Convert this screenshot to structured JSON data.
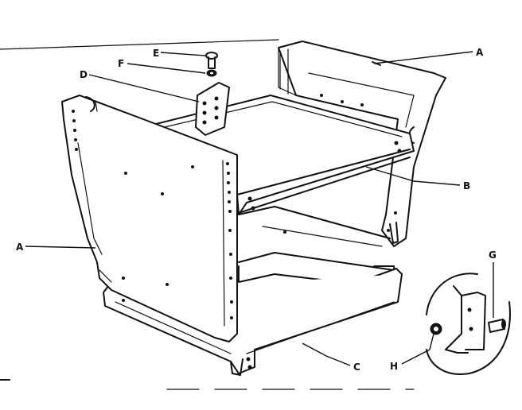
{
  "diagram": {
    "labels": {
      "A_top": "A",
      "A_left": "A",
      "B": "B",
      "C": "C",
      "D": "D",
      "E": "E",
      "F": "F",
      "G": "G",
      "H": "H"
    }
  }
}
